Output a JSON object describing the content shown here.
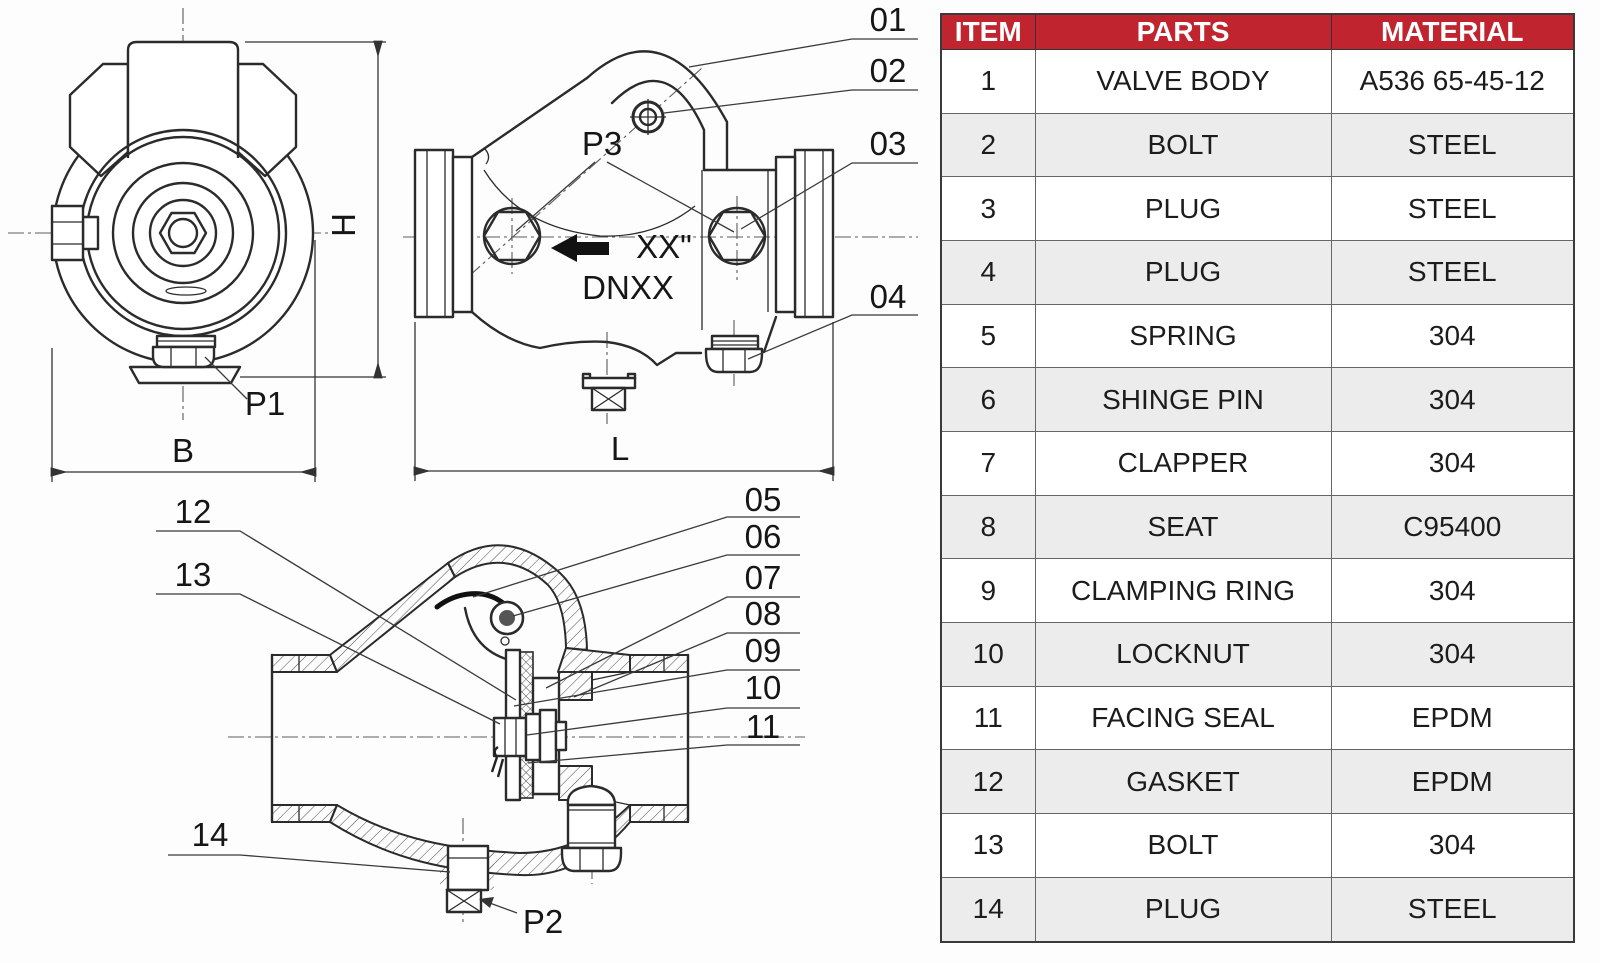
{
  "table": {
    "headers": [
      "ITEM",
      "PARTS",
      "MATERIAL"
    ],
    "rows": [
      [
        "1",
        "VALVE BODY",
        "A536 65-45-12"
      ],
      [
        "2",
        "BOLT",
        "STEEL"
      ],
      [
        "3",
        "PLUG",
        "STEEL"
      ],
      [
        "4",
        "PLUG",
        "STEEL"
      ],
      [
        "5",
        "SPRING",
        "304"
      ],
      [
        "6",
        "SHINGE PIN",
        "304"
      ],
      [
        "7",
        "CLAPPER",
        "304"
      ],
      [
        "8",
        "SEAT",
        "C95400"
      ],
      [
        "9",
        "CLAMPING RING",
        "304"
      ],
      [
        "10",
        "LOCKNUT",
        "304"
      ],
      [
        "11",
        "FACING SEAL",
        "EPDM"
      ],
      [
        "12",
        "GASKET",
        "EPDM"
      ],
      [
        "13",
        "BOLT",
        "304"
      ],
      [
        "14",
        "PLUG",
        "STEEL"
      ]
    ]
  },
  "front_view": {
    "width_dim": "B",
    "height_dim": "H",
    "port": "P1"
  },
  "side_view": {
    "length_dim": "L",
    "port": "P3",
    "size_text": "XX\"",
    "dn_text": "DNXX",
    "callouts": {
      "c01": "01",
      "c02": "02",
      "c03": "03",
      "c04": "04"
    }
  },
  "section_view": {
    "port": "P2",
    "callouts": {
      "c05": "05",
      "c06": "06",
      "c07": "07",
      "c08": "08",
      "c09": "09",
      "c10": "10",
      "c11": "11",
      "c12": "12",
      "c13": "13",
      "c14": "14"
    }
  },
  "colors": {
    "header_bg": "#c0242f",
    "header_text": "#ffffff",
    "row_alt": "#ececec",
    "line": "#2b2b2b"
  }
}
